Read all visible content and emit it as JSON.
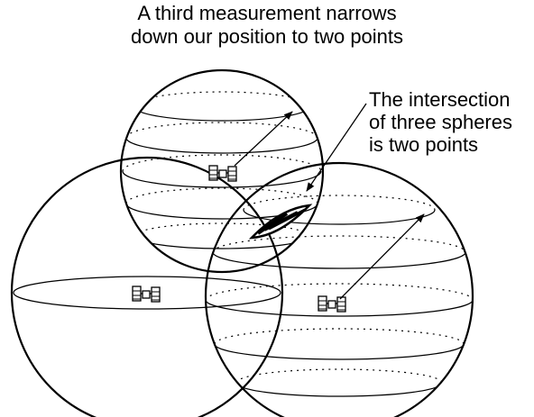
{
  "title": {
    "line1": "A third measurement narrows",
    "line2": "down our position to two points"
  },
  "annotation": {
    "line1": "The intersection",
    "line2": "of three spheres",
    "line3": "is two points"
  },
  "elements": {
    "spheres": [
      "top-sphere",
      "left-sphere",
      "right-sphere"
    ],
    "satellite_icon": "satellite-icon",
    "intersection_marker": "intersection-points"
  },
  "colors": {
    "stroke": "#000000",
    "background": "#ffffff"
  }
}
